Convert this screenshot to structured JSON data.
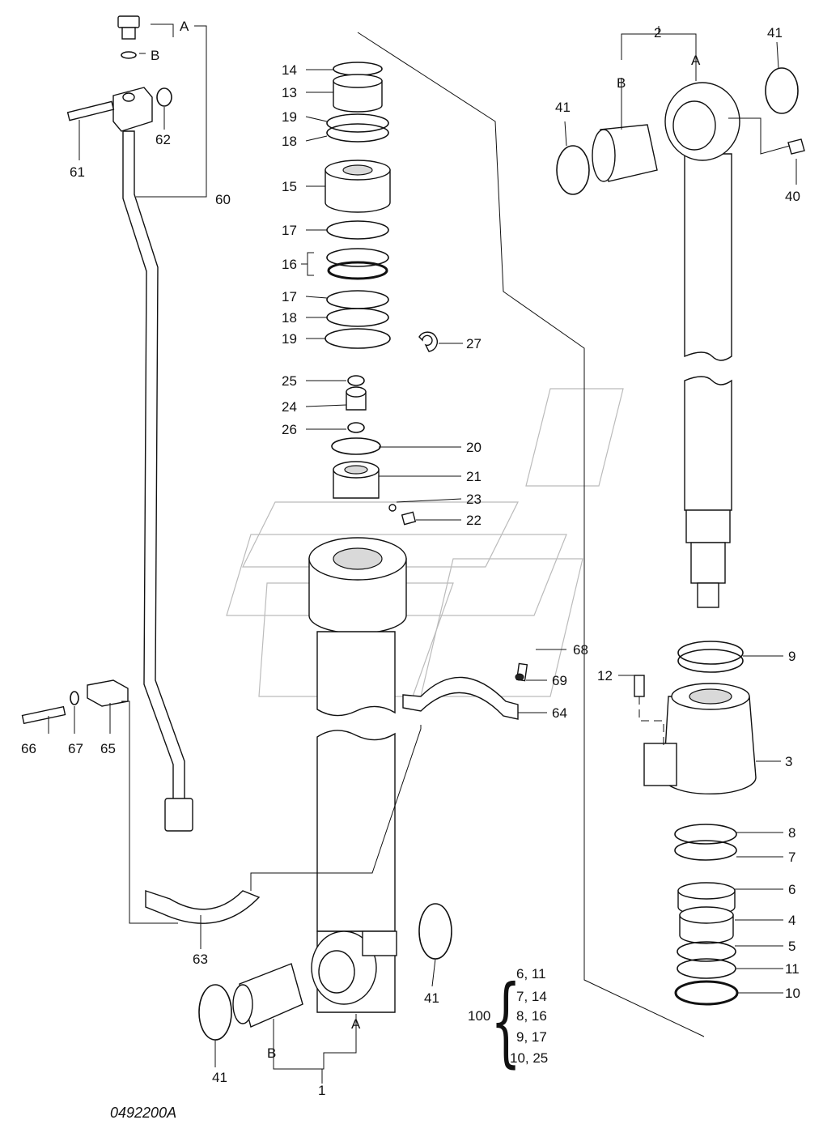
{
  "drawing_code": "0492200A",
  "callouts": {
    "c1": "1",
    "c2": "2",
    "c3": "3",
    "c4": "4",
    "c5": "5",
    "c6": "6",
    "c7": "7",
    "c8": "8",
    "c9": "9",
    "c10": "10",
    "c11": "11",
    "c12": "12",
    "c13": "13",
    "c14": "14",
    "c15": "15",
    "c16": "16",
    "c17": "17",
    "c18": "18",
    "c19": "19",
    "c20": "20",
    "c21": "21",
    "c22": "22",
    "c23": "23",
    "c24": "24",
    "c25": "25",
    "c26": "26",
    "c27": "27",
    "c40": "40",
    "c41": "41",
    "c60": "60",
    "c61": "61",
    "c62": "62",
    "c63": "63",
    "c64": "64",
    "c65": "65",
    "c66": "66",
    "c67": "67",
    "c68": "68",
    "c69": "69",
    "c100": "100",
    "a": "A",
    "b": "B"
  },
  "kit_100": {
    "number": "100",
    "rows": [
      "6,  11",
      "7,  14",
      "8,  16",
      "9,  17",
      "10,  25"
    ]
  }
}
